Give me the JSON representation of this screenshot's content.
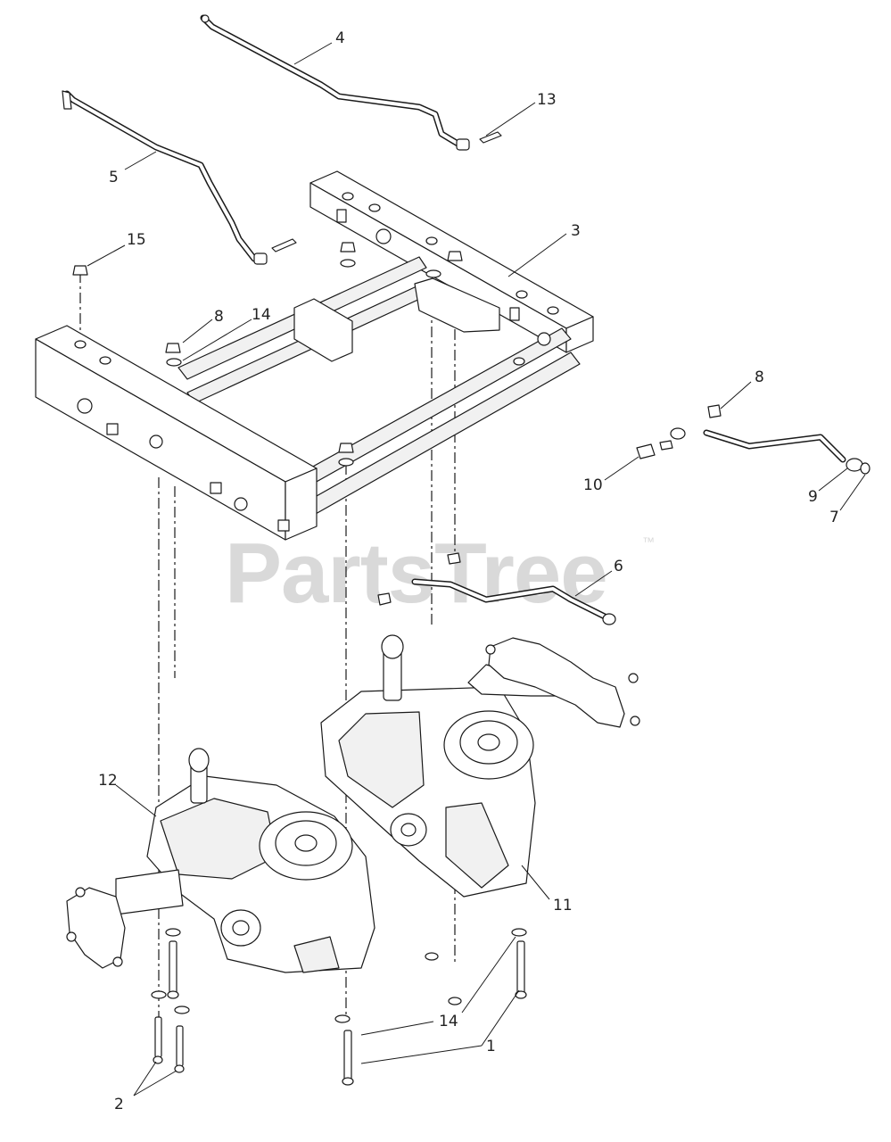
{
  "watermark": {
    "text": "PartsTree",
    "mark": "™"
  },
  "callouts": {
    "c1": "1",
    "c2": "2",
    "c3": "3",
    "c4": "4",
    "c5": "5",
    "c6": "6",
    "c7": "7",
    "c8a": "8",
    "c8b": "8",
    "c9": "9",
    "c10": "10",
    "c11": "11",
    "c12": "12",
    "c13": "13",
    "c14a": "14",
    "c14b": "14",
    "c15": "15"
  }
}
